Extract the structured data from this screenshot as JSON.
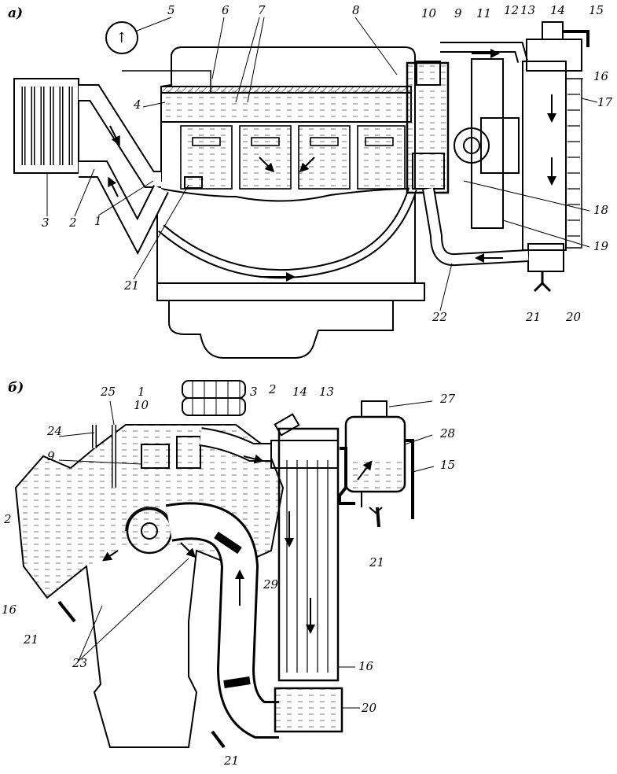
{
  "panels": {
    "a": "а)",
    "b": "б)"
  },
  "diagram_a_labels": {
    "l1": "1",
    "l2": "2",
    "l3": "3",
    "l4": "4",
    "l5": "5",
    "l6": "6",
    "l7": "7",
    "l8": "8",
    "l9": "9",
    "l10": "10",
    "l11": "11",
    "l12": "12",
    "l13": "13",
    "l14": "14",
    "l15": "15",
    "l16": "16",
    "l17": "17",
    "l18": "18",
    "l19": "19",
    "l20": "20",
    "l21": "21",
    "l21b": "21",
    "l22": "22"
  },
  "diagram_b_labels": {
    "l1": "1",
    "l2": "2",
    "l2b": "2",
    "l3": "3",
    "l9": "9",
    "l10": "10",
    "l13": "13",
    "l14": "14",
    "l15": "15",
    "l16": "16",
    "l16b": "16",
    "l20": "20",
    "l21": "21",
    "l21b": "21",
    "l21c": "21",
    "l23": "23",
    "l24": "24",
    "l25": "25",
    "l27": "27",
    "l28": "28",
    "l29": "29"
  },
  "gauge_arrow": "↑"
}
